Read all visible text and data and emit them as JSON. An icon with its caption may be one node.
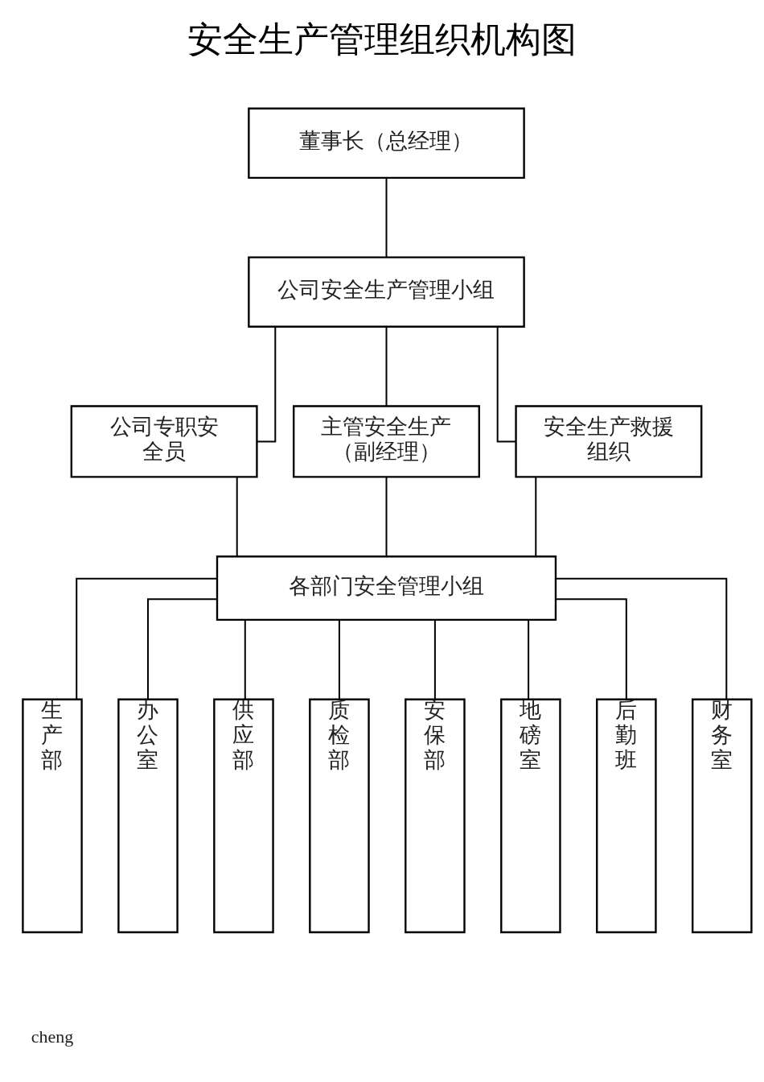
{
  "diagram": {
    "title": "安全生产管理组织机构图",
    "nodes": [
      {
        "text": [
          "董事长（总经理）"
        ]
      },
      {
        "text": [
          "公司安全生产管理小组"
        ]
      },
      {
        "text": [
          "公司专职安全员"
        ]
      },
      {
        "text": [
          "主管安全生产（副经理）"
        ]
      },
      {
        "text": [
          "安全生产救援组织"
        ]
      },
      {
        "text": [
          "各部门安全管理小组"
        ]
      },
      {
        "text": [
          "生产部"
        ]
      },
      {
        "text": [
          "办公室"
        ]
      },
      {
        "text": [
          "供应部"
        ]
      },
      {
        "text": [
          "质检部"
        ]
      },
      {
        "text": [
          "安保部"
        ]
      },
      {
        "text": [
          "地磅室"
        ]
      },
      {
        "text": [
          "后勤班"
        ]
      },
      {
        "text": [
          "财务室"
        ]
      }
    ],
    "edges": [
      {
        "from": 0,
        "to": 1,
        "arrow": "none"
      },
      {
        "from": 1,
        "to": 2,
        "arrow": "none"
      },
      {
        "from": 1,
        "to": 3,
        "arrow": "none"
      },
      {
        "from": 1,
        "to": 4,
        "arrow": "none"
      },
      {
        "from": 2,
        "to": 5,
        "arrow": "none"
      },
      {
        "from": 3,
        "to": 5,
        "arrow": "none"
      },
      {
        "from": 4,
        "to": 5,
        "arrow": "none"
      },
      {
        "from": 5,
        "to": 6,
        "arrow": "none"
      },
      {
        "from": 5,
        "to": 7,
        "arrow": "none"
      },
      {
        "from": 5,
        "to": 8,
        "arrow": "none"
      },
      {
        "from": 5,
        "to": 9,
        "arrow": "none"
      },
      {
        "from": 5,
        "to": 10,
        "arrow": "none"
      },
      {
        "from": 5,
        "to": 11,
        "arrow": "none"
      },
      {
        "from": 5,
        "to": 12,
        "arrow": "none"
      },
      {
        "from": 5,
        "to": 13,
        "arrow": "none"
      }
    ],
    "labels": [
      "cheng"
    ]
  }
}
